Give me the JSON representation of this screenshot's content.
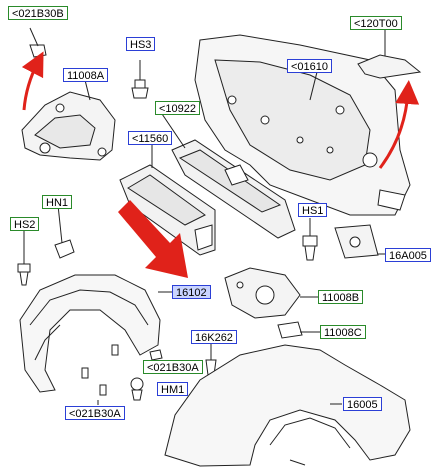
{
  "callouts": {
    "c_021B30B": "<021B30B",
    "c_HS3": "HS3",
    "c_11008A": "11008A",
    "c_10922": "<10922",
    "c_11560": "<11560",
    "c_120T00": "<120T00",
    "c_01610": "<01610",
    "c_HN1": "HN1",
    "c_HS2": "HS2",
    "c_HS1": "HS1",
    "c_16A005": "16A005",
    "c_16102": "16102",
    "c_11008B": "11008B",
    "c_16K262": "16K262",
    "c_11008C": "11008C",
    "c_021B30A_right": "<021B30A",
    "c_HM1": "HM1",
    "c_021B30A_left": "<021B30A",
    "c_16005": "16005"
  },
  "colors": {
    "blue_border": "#2b3fd6",
    "green_border": "#2a8a2a",
    "red_arrow": "#e0221a",
    "line": "#222222"
  }
}
